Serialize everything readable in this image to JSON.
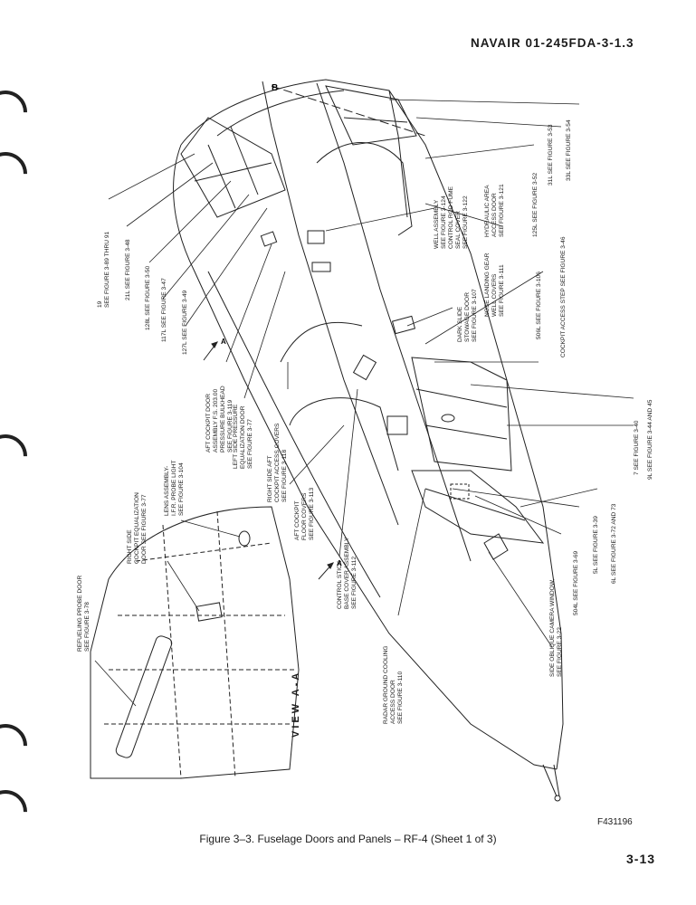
{
  "header": {
    "doc_number": "NAVAIR  01-245FDA-3-1.3"
  },
  "view_label": "VIEW  A-A",
  "section_marker": "B",
  "view_markers": [
    "A",
    "A"
  ],
  "callouts": [
    {
      "id": "c19",
      "lines": [
        "19",
        "SEE FIGURE 3-89 THRU 91"
      ]
    },
    {
      "id": "c21l",
      "lines": [
        "21L  SEE FIGURE 3-48"
      ]
    },
    {
      "id": "c128l",
      "lines": [
        "128L  SEE FIGURE 3-50"
      ]
    },
    {
      "id": "c117l",
      "lines": [
        "117L  SEE FIGURE 3-47"
      ]
    },
    {
      "id": "c127l",
      "lines": [
        "127L  SEE FIGURE 3-49"
      ]
    },
    {
      "id": "aft_door",
      "lines": [
        "AFT COCKPIT DOOR",
        "ASSEMBLY F.S. 203.00",
        "PRESSURE BULKHEAD",
        "SEE FIGURE 3-119"
      ]
    },
    {
      "id": "left_press",
      "lines": [
        "LEFT SIDE PRESSURE",
        "EQUALIZATION DOOR",
        "SEE FIGURE 3-77"
      ]
    },
    {
      "id": "right_aft",
      "lines": [
        "RIGHT SIDE AFT",
        "COCKPIT ACCESS COVERS",
        "SEE FIGURE 3-118"
      ]
    },
    {
      "id": "lens",
      "lines": [
        "LENS ASSEMBLY-",
        "I.F.R. PROBE LIGHT",
        "SEE FIGURE 3-104"
      ]
    },
    {
      "id": "right_press",
      "lines": [
        "RIGHT SIDE",
        "COCKPIT EQUALIZATION",
        "DOOR SEE FIGURE 3-77"
      ]
    },
    {
      "id": "refuel",
      "lines": [
        "REFUELING PROBE DOOR",
        "SEE FIGURE 3-78"
      ]
    },
    {
      "id": "floor",
      "lines": [
        "AFT COCKPIT",
        "FLOOR COVERS",
        "SEE FIGURE 3-113"
      ]
    },
    {
      "id": "stick",
      "lines": [
        "CONTROL STICK",
        "BASE COVER ASSEMBLY",
        "SEE FIGURE 3-112"
      ]
    },
    {
      "id": "radar",
      "lines": [
        "RADAR GROUND COOLING",
        "ACCESS DOOR",
        "SEE FIGURE 3-110"
      ]
    },
    {
      "id": "oblique",
      "lines": [
        "SIDE OBLIQUE CAMERA WINDOW,",
        "SEE FIGURE 3-22"
      ]
    },
    {
      "id": "c504l",
      "lines": [
        "504L  SEE FIGURE 3-69"
      ]
    },
    {
      "id": "c5l",
      "lines": [
        "5L  SEE FIGURE 3-39"
      ]
    },
    {
      "id": "c6l",
      "lines": [
        "6L  SEE FIGURE 3-72 AND 73"
      ]
    },
    {
      "id": "c7",
      "lines": [
        "7  SEE FIGURE 3-40"
      ]
    },
    {
      "id": "c9l",
      "lines": [
        "9L  SEE FIGURE 3-44 AND 45"
      ]
    },
    {
      "id": "step",
      "lines": [
        "COCKPIT ACCESS STEP  SEE FIGURE 3-46"
      ]
    },
    {
      "id": "c506l",
      "lines": [
        "506L  SEE FIGURE 3-106"
      ]
    },
    {
      "id": "dark",
      "lines": [
        "DARK SLIDE",
        "STOWAGE DOOR",
        "SEE FIGURE 3-107"
      ]
    },
    {
      "id": "nlg",
      "lines": [
        "NOSE LANDING GEAR",
        "WELL COVERS",
        "SEE FIGURE 3-111"
      ]
    },
    {
      "id": "well",
      "lines": [
        "WELL ASSEMBLY",
        "SEE FIGURE 3-124",
        "CONTROL ROD FUME",
        "SEAL COVER",
        "SEE FIGURE 3-122"
      ]
    },
    {
      "id": "hyd",
      "lines": [
        "HYDRAULIC AREA",
        "ACCESS DOOR",
        "SEE FIGURE 3-121"
      ]
    },
    {
      "id": "c125l",
      "lines": [
        "125L  SEE FIGURE 3-52"
      ]
    },
    {
      "id": "c31l",
      "lines": [
        "31L  SEE FIGURE 3-53"
      ]
    },
    {
      "id": "c33l",
      "lines": [
        "33L  SEE FIGURE 3-54"
      ]
    }
  ],
  "figure_number": "F431196",
  "caption": "Figure 3–3.  Fuselage Doors and Panels – RF-4 (Sheet 1 of 3)",
  "page_number": "3-13"
}
